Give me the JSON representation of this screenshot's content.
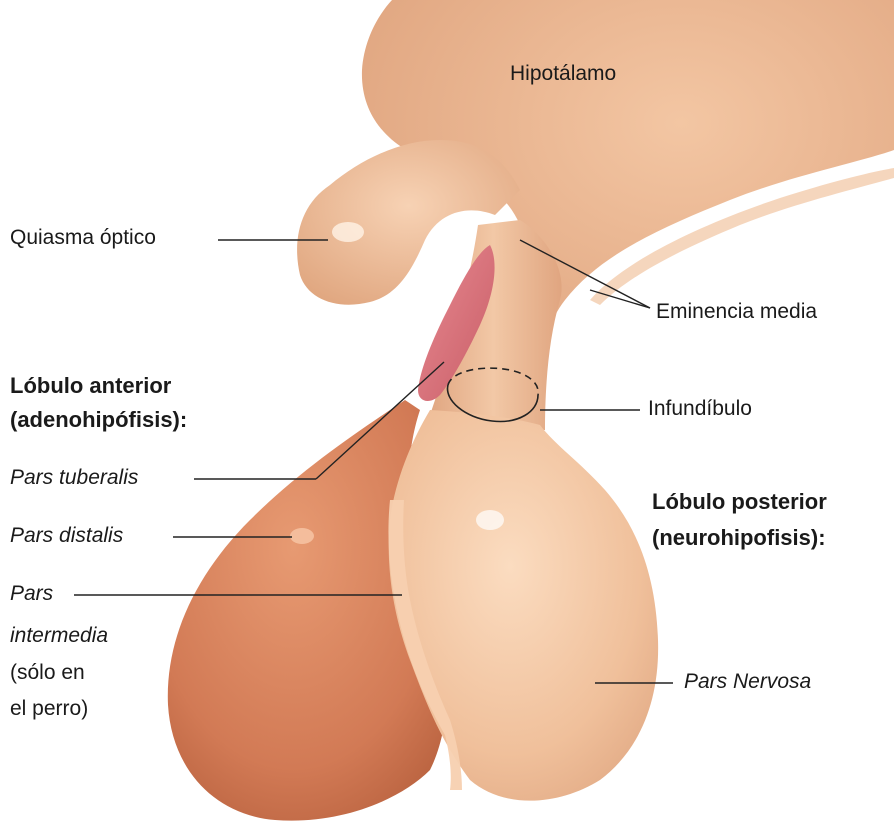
{
  "labels": {
    "hipotalamo": "Hipotálamo",
    "quiasma": "Quiasma óptico",
    "eminencia": "Eminencia media",
    "lobulo_anterior_1": "Lóbulo anterior",
    "lobulo_anterior_2": "(adenohipófisis):",
    "infundibulo": "Infundíbulo",
    "pars_tuberalis": "Pars tuberalis",
    "pars_distalis": "Pars distalis",
    "lobulo_posterior_1": "Lóbulo posterior",
    "lobulo_posterior_2": "(neurohipofisis):",
    "pars_intermedia_1": "Pars",
    "pars_intermedia_2": "intermedia",
    "pars_intermedia_3": "(sólo en",
    "pars_intermedia_4": "el perro)",
    "pars_nervosa": "Pars Nervosa"
  },
  "colors": {
    "hypothalamus": "#e8b08a",
    "neurohypophysis": "#f0c29e",
    "adenohypophysis": "#d9825e",
    "pars_tuberalis": "#d9707a",
    "leader_line": "#222222"
  }
}
